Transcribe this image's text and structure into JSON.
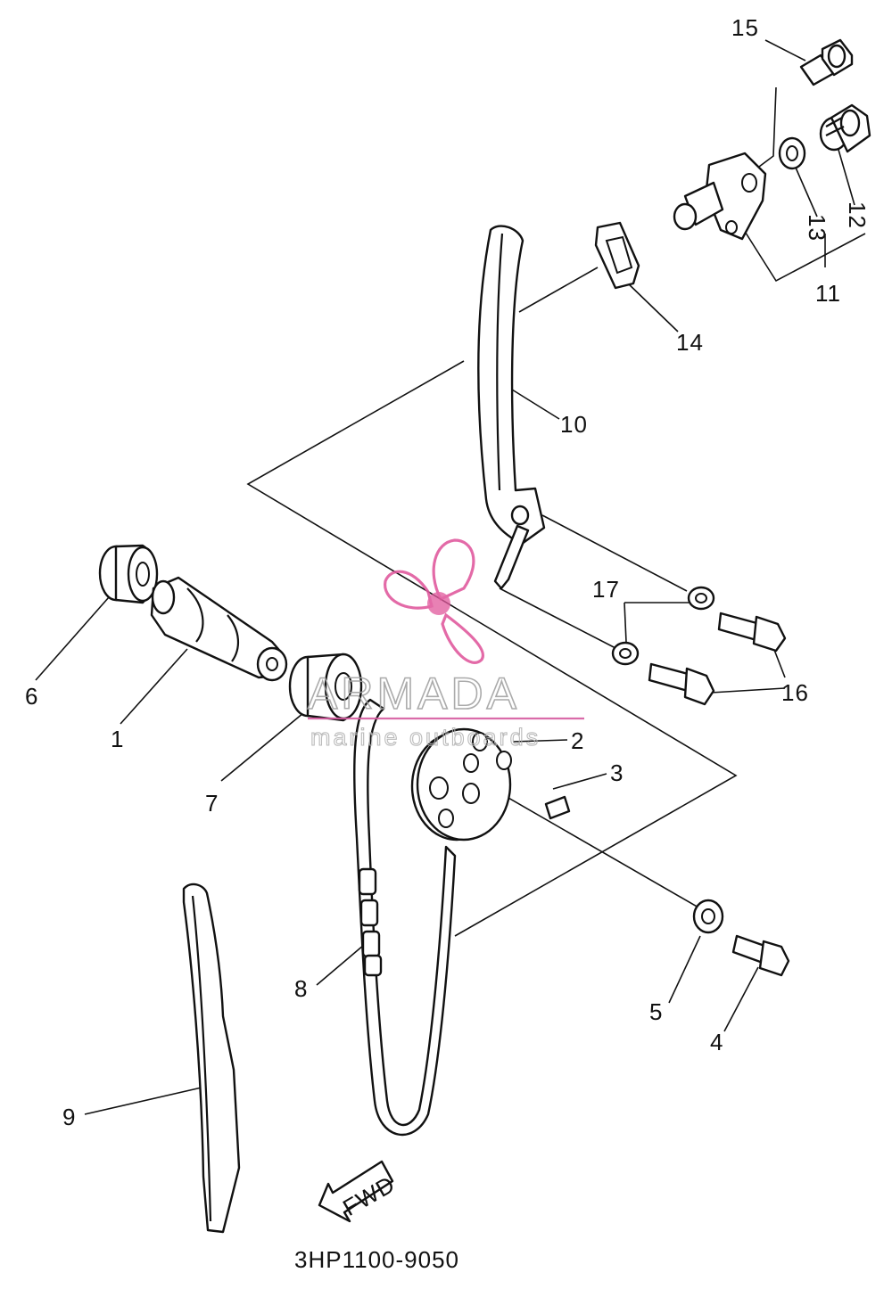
{
  "callouts": [
    {
      "id": "1",
      "text": "1"
    },
    {
      "id": "2",
      "text": "2"
    },
    {
      "id": "3",
      "text": "3"
    },
    {
      "id": "4",
      "text": "4"
    },
    {
      "id": "5",
      "text": "5"
    },
    {
      "id": "6",
      "text": "6"
    },
    {
      "id": "7",
      "text": "7"
    },
    {
      "id": "8",
      "text": "8"
    },
    {
      "id": "9",
      "text": "9"
    },
    {
      "id": "10",
      "text": "10"
    },
    {
      "id": "11",
      "text": "11"
    },
    {
      "id": "12",
      "text": "12"
    },
    {
      "id": "13",
      "text": "13"
    },
    {
      "id": "14",
      "text": "14"
    },
    {
      "id": "15",
      "text": "15"
    },
    {
      "id": "16",
      "text": "16"
    },
    {
      "id": "17",
      "text": "17"
    }
  ],
  "direction_marker": "FWD",
  "drawing_code": "3HP1100-9050",
  "watermark": {
    "brand": "ARMADA",
    "tagline": "marine outboards",
    "brand_color": "#e05a9e",
    "rule_color": "#d65ca0"
  }
}
